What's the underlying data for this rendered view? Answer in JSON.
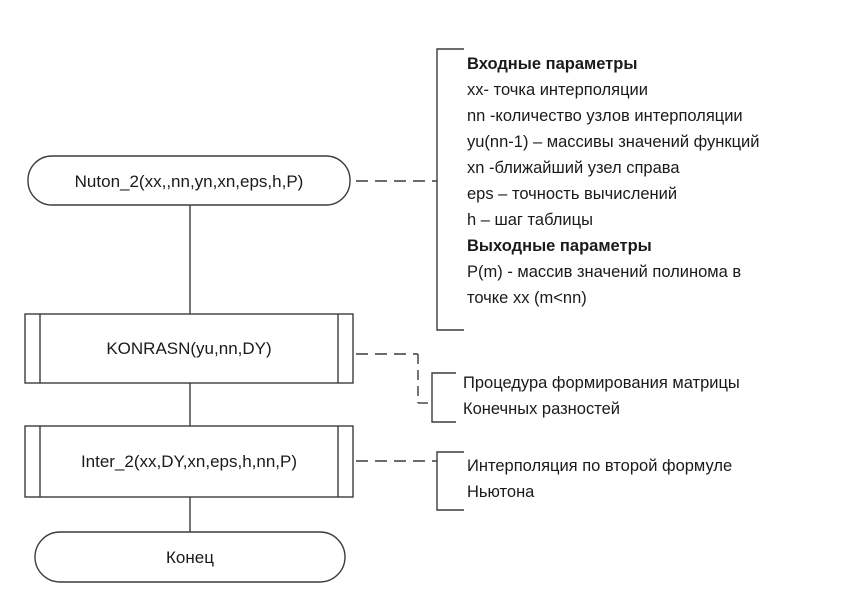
{
  "flowchart": {
    "start_label": "Nuton_2(xx,,nn,yn,xn,eps,h,P)",
    "process1_label": "KONRASN(yu,nn,DY)",
    "process2_label": "Inter_2(xx,DY,xn,eps,h,nn,P)",
    "end_label": "Конец"
  },
  "annotations": {
    "params": {
      "input_header": "Входные параметры",
      "input_lines": [
        "xx- точка интерполяции",
        "nn -количество узлов интерполяции",
        "yu(nn-1) – массивы значений функций",
        "xn -ближайший узел справа",
        "eps – точность вычислений",
        "h – шаг таблицы"
      ],
      "output_header": "Выходные параметры",
      "output_lines": [
        "P(m) - массив значений полинома в",
        "точке xx (m<nn)"
      ]
    },
    "konrasn": {
      "lines": [
        "Процедура формирования матрицы",
        "Конечных разностей"
      ]
    },
    "inter": {
      "lines": [
        "Интерполяция по второй формуле",
        "Ньютона"
      ]
    }
  },
  "colors": {
    "stroke": "#3c3c3c",
    "text": "#1a1a1a",
    "background": "#ffffff"
  }
}
